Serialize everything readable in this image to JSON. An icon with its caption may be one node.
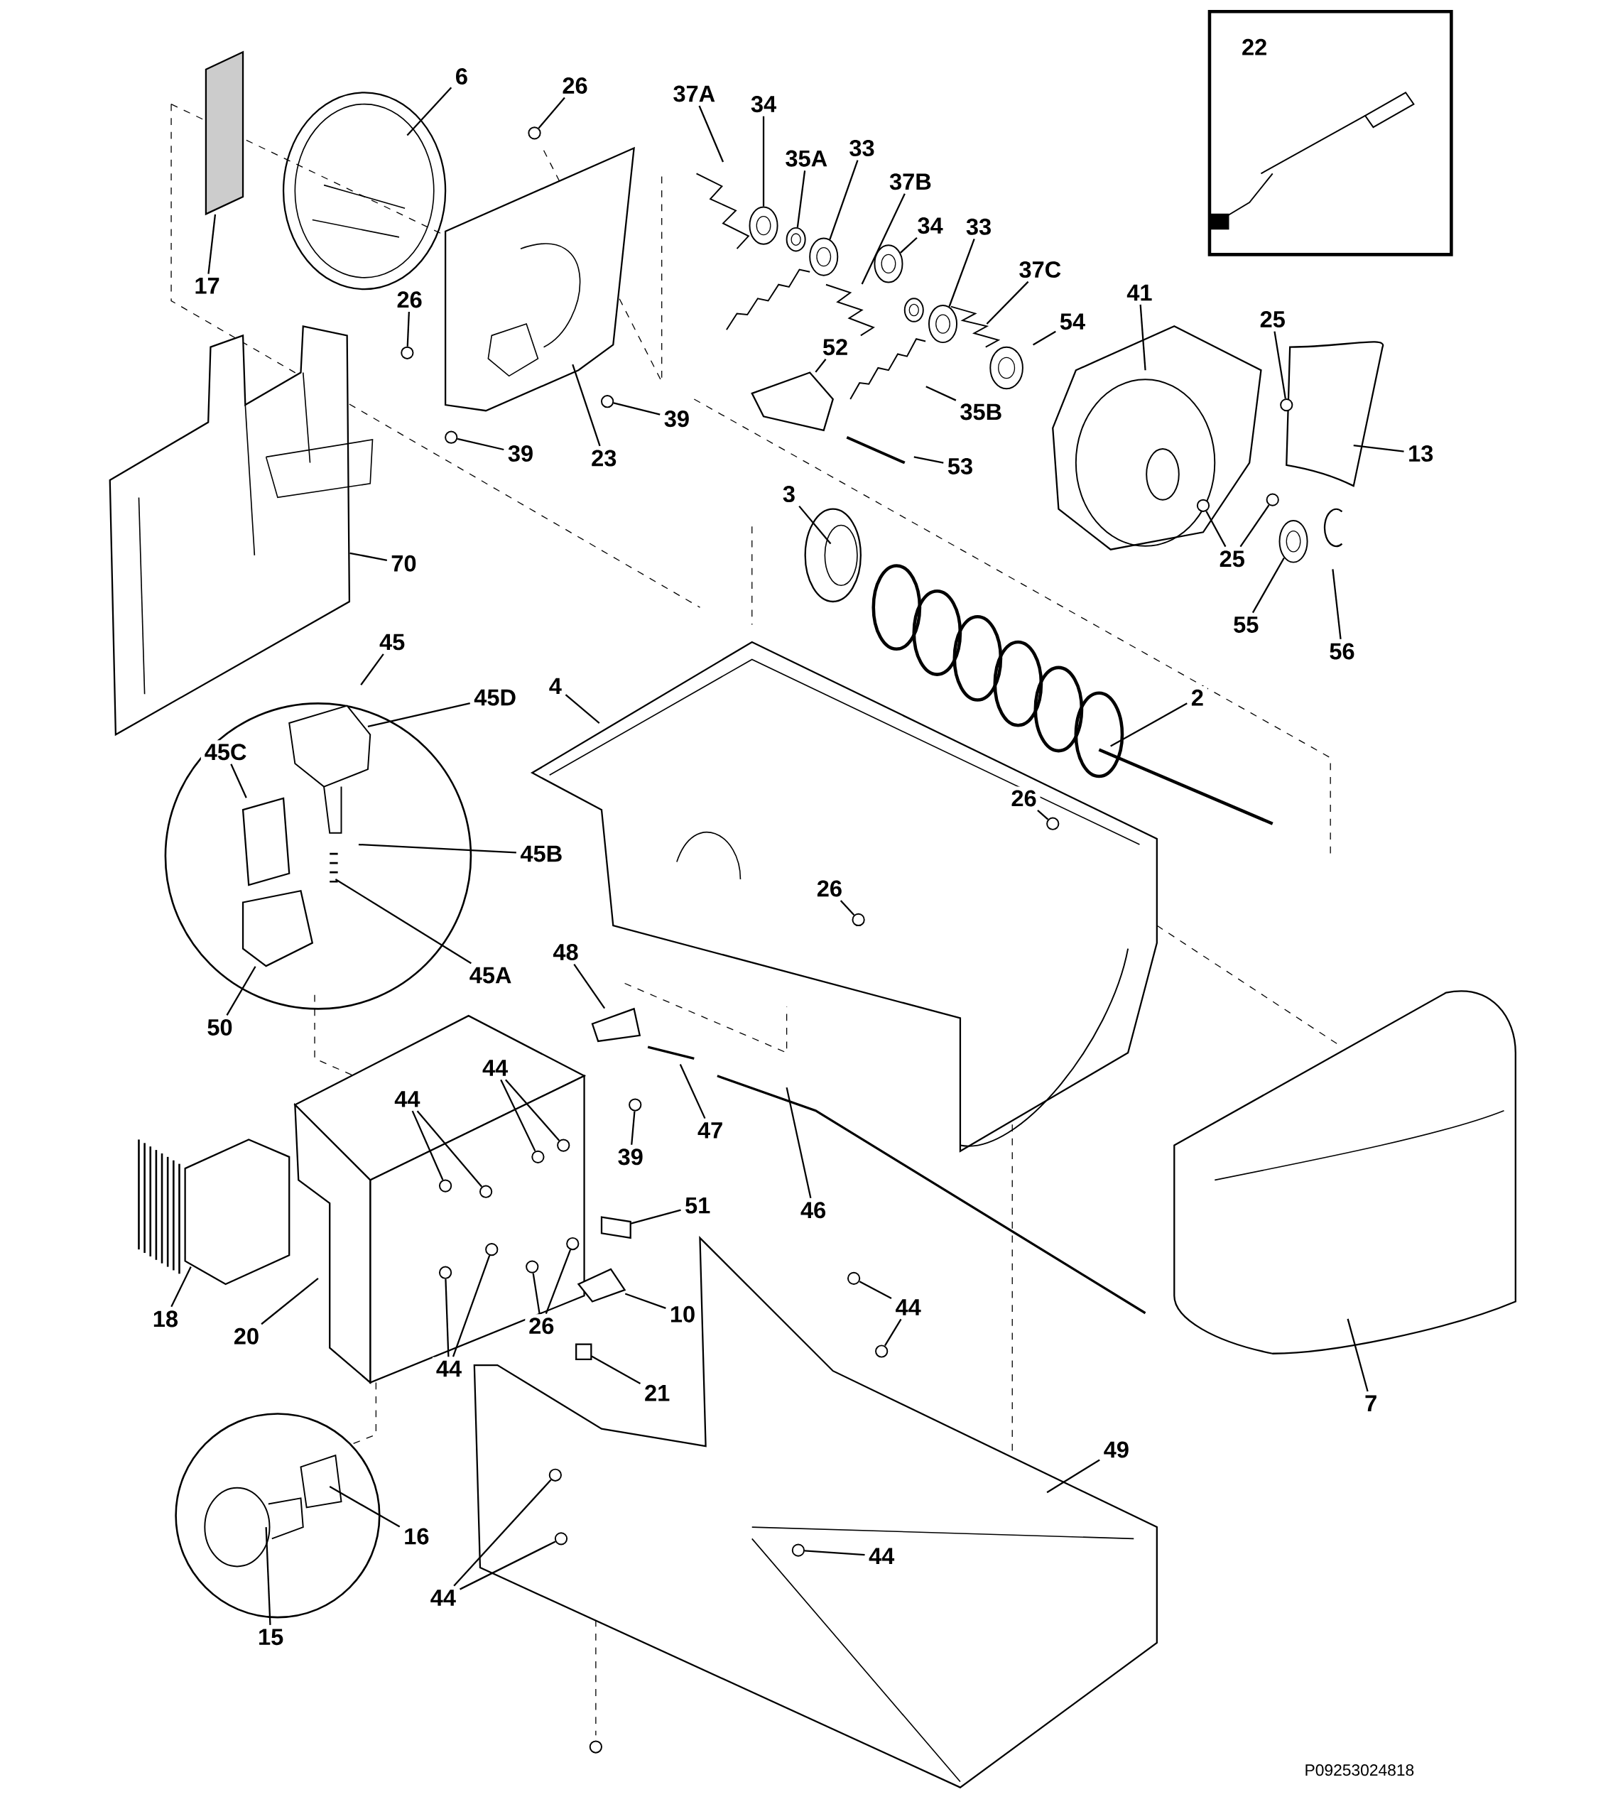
{
  "diagram": {
    "nodes": [
      {
        "text": [
          "22"
        ]
      },
      {
        "text": [
          "6"
        ]
      },
      {
        "text": [
          "26"
        ]
      },
      {
        "text": [
          "37A"
        ]
      },
      {
        "text": [
          "34"
        ]
      },
      {
        "text": [
          "35A"
        ]
      },
      {
        "text": [
          "33"
        ]
      },
      {
        "text": [
          "37B"
        ]
      },
      {
        "text": [
          "34"
        ]
      },
      {
        "text": [
          "33"
        ]
      },
      {
        "text": [
          "37C"
        ]
      },
      {
        "text": [
          "41"
        ]
      },
      {
        "text": [
          "25"
        ]
      },
      {
        "text": [
          "54"
        ]
      },
      {
        "text": [
          "17"
        ]
      },
      {
        "text": [
          "26"
        ]
      },
      {
        "text": [
          "52"
        ]
      },
      {
        "text": [
          "35B"
        ]
      },
      {
        "text": [
          "39"
        ]
      },
      {
        "text": [
          "39"
        ]
      },
      {
        "text": [
          "23"
        ]
      },
      {
        "text": [
          "53"
        ]
      },
      {
        "text": [
          "13"
        ]
      },
      {
        "text": [
          "3"
        ]
      },
      {
        "text": [
          "25"
        ]
      },
      {
        "text": [
          "70"
        ]
      },
      {
        "text": [
          "55"
        ]
      },
      {
        "text": [
          "56"
        ]
      },
      {
        "text": [
          "45"
        ]
      },
      {
        "text": [
          "45D"
        ]
      },
      {
        "text": [
          "4"
        ]
      },
      {
        "text": [
          "2"
        ]
      },
      {
        "text": [
          "45C"
        ]
      },
      {
        "text": [
          "26"
        ]
      },
      {
        "text": [
          "45B"
        ]
      },
      {
        "text": [
          "26"
        ]
      },
      {
        "text": [
          "45A"
        ]
      },
      {
        "text": [
          "48"
        ]
      },
      {
        "text": [
          "50"
        ]
      },
      {
        "text": [
          "44"
        ]
      },
      {
        "text": [
          "44"
        ]
      },
      {
        "text": [
          "47"
        ]
      },
      {
        "text": [
          "39"
        ]
      },
      {
        "text": [
          "51"
        ]
      },
      {
        "text": [
          "46"
        ]
      },
      {
        "text": [
          "18"
        ]
      },
      {
        "text": [
          "20"
        ]
      },
      {
        "text": [
          "10"
        ]
      },
      {
        "text": [
          "26"
        ]
      },
      {
        "text": [
          "44"
        ]
      },
      {
        "text": [
          "44"
        ]
      },
      {
        "text": [
          "21"
        ]
      },
      {
        "text": [
          "7"
        ]
      },
      {
        "text": [
          "49"
        ]
      },
      {
        "text": [
          "16"
        ]
      },
      {
        "text": [
          "44"
        ]
      },
      {
        "text": [
          "44"
        ]
      },
      {
        "text": [
          "15"
        ]
      },
      {
        "text": [],
        "shape": "circle"
      },
      {
        "text": [],
        "shape": "circle"
      },
      {
        "text": [],
        "shape": "circle"
      },
      {
        "text": [],
        "shape": "circle"
      },
      {
        "text": [],
        "shape": "circle"
      },
      {
        "text": [],
        "shape": "circle"
      },
      {
        "text": [],
        "shape": "circle"
      },
      {
        "text": [],
        "shape": "circle"
      },
      {
        "text": [],
        "shape": "circle"
      },
      {
        "text": [],
        "shape": "circle"
      },
      {
        "text": [],
        "shape": "circle"
      },
      {
        "text": [],
        "shape": "circle"
      },
      {
        "text": [],
        "shape": "circle"
      },
      {
        "text": [],
        "shape": "circle"
      },
      {
        "text": [],
        "shape": "circle"
      },
      {
        "text": [],
        "shape": "circle"
      },
      {
        "text": [],
        "shape": "circle"
      },
      {
        "text": [],
        "shape": "circle"
      },
      {
        "text": [],
        "shape": "circle"
      },
      {
        "text": [],
        "shape": "circle"
      },
      {
        "text": [],
        "shape": "circle"
      },
      {
        "text": [],
        "shape": "circle"
      },
      {
        "text": [],
        "shape": "circle"
      },
      {
        "text": [],
        "shape": "circle"
      },
      {
        "text": [],
        "shape": "circle"
      },
      {
        "text": [],
        "shape": "circle"
      },
      {
        "text": [],
        "shape": "circle"
      },
      {
        "text": [],
        "shape": "circle"
      },
      {
        "text": [],
        "shape": "circle"
      },
      {
        "text": [],
        "shape": "box"
      },
      {
        "text": [],
        "shape": "picture"
      },
      {
        "text": [],
        "shape": "picture"
      },
      {
        "text": [],
        "shape": "picture"
      },
      {
        "text": [],
        "shape": "picture"
      },
      {
        "text": [],
        "shape": "picture"
      },
      {
        "text": [],
        "shape": "box"
      },
      {
        "text": [],
        "shape": "picture"
      },
      {
        "text": [],
        "shape": "box"
      },
      {
        "text": [],
        "shape": "picture"
      },
      {
        "text": [],
        "shape": "picture"
      }
    ],
    "edges": [
      {
        "from": 1,
        "to": null,
        "arrow": "none"
      },
      {
        "from": 2,
        "to": 58,
        "arrow": "none"
      },
      {
        "from": 3,
        "to": null,
        "arrow": "none"
      },
      {
        "from": 4,
        "to": 81,
        "arrow": "none"
      },
      {
        "from": 5,
        "to": 82,
        "arrow": "none"
      },
      {
        "from": 6,
        "to": 83,
        "arrow": "none"
      },
      {
        "from": 7,
        "to": 96,
        "arrow": "none"
      },
      {
        "from": 8,
        "to": 84,
        "arrow": "none"
      },
      {
        "from": 9,
        "to": 85,
        "arrow": "none"
      },
      {
        "from": 10,
        "to": null,
        "arrow": "none"
      },
      {
        "from": 11,
        "to": null,
        "arrow": "none"
      },
      {
        "from": 12,
        "to": 59,
        "arrow": "none"
      },
      {
        "from": 13,
        "to": null,
        "arrow": "none"
      },
      {
        "from": 14,
        "to": 87,
        "arrow": "none"
      },
      {
        "from": 15,
        "to": 60,
        "arrow": "none"
      },
      {
        "from": 16,
        "to": 88,
        "arrow": "none"
      },
      {
        "from": 17,
        "to": 97,
        "arrow": "none"
      },
      {
        "from": 18,
        "to": 61,
        "arrow": "none"
      },
      {
        "from": 19,
        "to": 62,
        "arrow": "none"
      },
      {
        "from": 20,
        "to": null,
        "arrow": "none"
      },
      {
        "from": 21,
        "to": null,
        "arrow": "none"
      },
      {
        "from": 22,
        "to": null,
        "arrow": "none"
      },
      {
        "from": 23,
        "to": null,
        "arrow": "none"
      },
      {
        "from": 24,
        "to": 63,
        "arrow": "none"
      },
      {
        "from": 24,
        "to": 64,
        "arrow": "none"
      },
      {
        "from": 25,
        "to": 91,
        "arrow": "none"
      },
      {
        "from": 26,
        "to": 86,
        "arrow": "none"
      },
      {
        "from": 27,
        "to": null,
        "arrow": "none"
      },
      {
        "from": 28,
        "to": null,
        "arrow": "none"
      },
      {
        "from": 29,
        "to": null,
        "arrow": "none"
      },
      {
        "from": 30,
        "to": null,
        "arrow": "none"
      },
      {
        "from": 31,
        "to": null,
        "arrow": "none"
      },
      {
        "from": 32,
        "to": 89,
        "arrow": "none"
      },
      {
        "from": 33,
        "to": 65,
        "arrow": "none"
      },
      {
        "from": 34,
        "to": null,
        "arrow": "none"
      },
      {
        "from": 35,
        "to": 66,
        "arrow": "none"
      },
      {
        "from": 36,
        "to": null,
        "arrow": "none"
      },
      {
        "from": 37,
        "to": 92,
        "arrow": "none"
      },
      {
        "from": 38,
        "to": 90,
        "arrow": "none"
      },
      {
        "from": 39,
        "to": 67,
        "arrow": "none"
      },
      {
        "from": 39,
        "to": 68,
        "arrow": "none"
      },
      {
        "from": 40,
        "to": 69,
        "arrow": "none"
      },
      {
        "from": 40,
        "to": 70,
        "arrow": "none"
      },
      {
        "from": 41,
        "to": null,
        "arrow": "none"
      },
      {
        "from": 42,
        "to": 71,
        "arrow": "none"
      },
      {
        "from": 43,
        "to": 93,
        "arrow": "none"
      },
      {
        "from": 44,
        "to": null,
        "arrow": "none"
      },
      {
        "from": 45,
        "to": null,
        "arrow": "none"
      },
      {
        "from": 46,
        "to": null,
        "arrow": "none"
      },
      {
        "from": 47,
        "to": 94,
        "arrow": "none"
      },
      {
        "from": 48,
        "to": 72,
        "arrow": "none"
      },
      {
        "from": 48,
        "to": 73,
        "arrow": "none"
      },
      {
        "from": 49,
        "to": 74,
        "arrow": "none"
      },
      {
        "from": 49,
        "to": 75,
        "arrow": "none"
      },
      {
        "from": 50,
        "to": 76,
        "arrow": "none"
      },
      {
        "from": 50,
        "to": 77,
        "arrow": "none"
      },
      {
        "from": 51,
        "to": 95,
        "arrow": "none"
      },
      {
        "from": 52,
        "to": null,
        "arrow": "none"
      },
      {
        "from": 53,
        "to": null,
        "arrow": "none"
      },
      {
        "from": 54,
        "to": null,
        "arrow": "none"
      },
      {
        "from": 55,
        "to": 78,
        "arrow": "none"
      },
      {
        "from": 56,
        "to": 79,
        "arrow": "none"
      },
      {
        "from": 56,
        "to": 80,
        "arrow": "none"
      },
      {
        "from": 57,
        "to": null,
        "arrow": "none"
      }
    ],
    "labels": [
      "P09253024818"
    ]
  }
}
